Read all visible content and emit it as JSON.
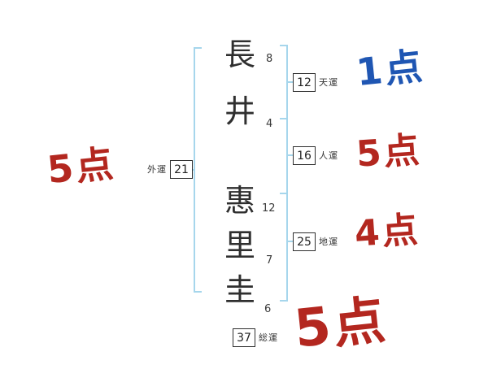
{
  "name_chart": {
    "characters": [
      {
        "char": "長",
        "strokes": "8"
      },
      {
        "char": "井",
        "strokes": "4"
      },
      {
        "char": "惠",
        "strokes": "12"
      },
      {
        "char": "里",
        "strokes": "7"
      },
      {
        "char": "圭",
        "strokes": "6"
      }
    ],
    "fortunes": {
      "ten": {
        "label": "天運",
        "value": "12",
        "score": "1点"
      },
      "jin": {
        "label": "人運",
        "value": "16",
        "score": "5点"
      },
      "chi": {
        "label": "地運",
        "value": "25",
        "score": "4点"
      },
      "gai": {
        "label": "外運",
        "value": "21",
        "score": "5点"
      },
      "sou": {
        "label": "総運",
        "value": "37",
        "score": "5点"
      }
    },
    "colors": {
      "score_red": "#b3271f",
      "score_blue": "#1f56b3",
      "bracket": "#a6d6ec",
      "ink": "#2f2f2f"
    }
  }
}
